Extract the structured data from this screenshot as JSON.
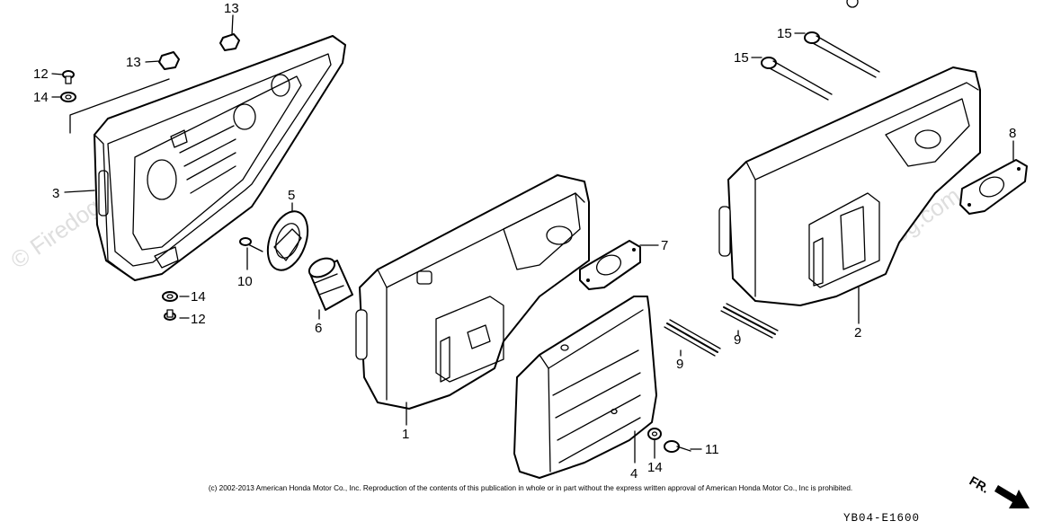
{
  "callouts": {
    "n1": "1",
    "n2": "2",
    "n3": "3",
    "n4": "4",
    "n5": "5",
    "n6": "6",
    "n7": "7",
    "n8": "8",
    "n9a": "9",
    "n9b": "9",
    "n10": "10",
    "n11": "11",
    "n12a": "12",
    "n12b": "12",
    "n13a": "13",
    "n13b": "13",
    "n14a": "14",
    "n14b": "14",
    "n14c": "14",
    "n15a": "15",
    "n15b": "15"
  },
  "watermark": "© Firedog.com",
  "direction_label": "FR.",
  "copyright": "(c) 2002-2013 American Honda Motor Co., Inc. Reproduction of the contents of this publication in whole or in part without the express written approval of American Honda Motor Co., Inc is prohibited.",
  "diagram_code": "YB04-E1600"
}
